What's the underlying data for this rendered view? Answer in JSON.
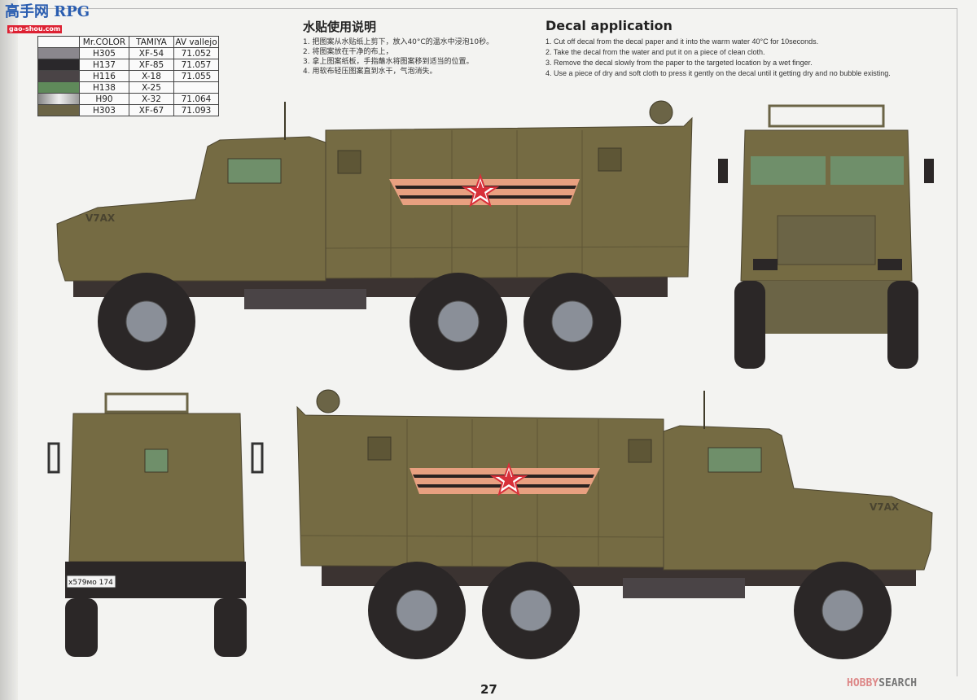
{
  "watermark_logo": {
    "text": "高手网 RPG",
    "sub": "gao-shou.com"
  },
  "color_table": {
    "headers": [
      "",
      "Mr.COLOR",
      "TAMIYA",
      "AV vallejo"
    ],
    "rows": [
      {
        "swatch": "#8a878d",
        "mr_color": "H305",
        "tamiya": "XF-54",
        "vallejo": "71.052"
      },
      {
        "swatch": "#2a282b",
        "mr_color": "H137",
        "tamiya": "XF-85",
        "vallejo": "71.057"
      },
      {
        "swatch": "#4a4446",
        "mr_color": "H116",
        "tamiya": "X-18",
        "vallejo": "71.055"
      },
      {
        "swatch": "#5f8a5a",
        "mr_color": "H138",
        "tamiya": "X-25",
        "vallejo": ""
      },
      {
        "swatch": "#c8c8c8",
        "mr_color": "H90",
        "tamiya": "X-32",
        "vallejo": "71.064"
      },
      {
        "swatch": "#6b6446",
        "mr_color": "H303",
        "tamiya": "XF-67",
        "vallejo": "71.093"
      }
    ]
  },
  "instructions_zh": {
    "title": "水贴使用说明",
    "steps": [
      "1. 把图案从水贴纸上剪下，放入40°C的温水中浸泡10秒。",
      "2. 将图案放在干净的布上，",
      "3. 拿上图案纸板，手指蘸水将图案移到适当的位置。",
      "4. 用软布轻压图案直到水干，气泡消失。"
    ]
  },
  "instructions_en": {
    "title": "Decal application",
    "steps": [
      "1. Cut off decal from the decal paper and it into the warm water 40°C for 10seconds.",
      "2. Take the decal from the water and put it on a piece of clean cloth.",
      "3. Remove the decal slowly from the paper to the targeted location by a wet finger.",
      "4. Use a piece of dry and soft cloth to press it gently on the decal until it getting dry and no bubble existing."
    ]
  },
  "vehicle": {
    "hood_marking": "V7AX",
    "license_plate": "x579мо 174"
  },
  "colors": {
    "olive": "#756b43",
    "chassis": "#3b3331",
    "window": "#6f8f6a",
    "stripe_orange": "#e8a080",
    "star_red": "#d8303a"
  },
  "page_number": "27",
  "watermark": {
    "part1": "HOBBY",
    "part2": "SEARCH"
  }
}
